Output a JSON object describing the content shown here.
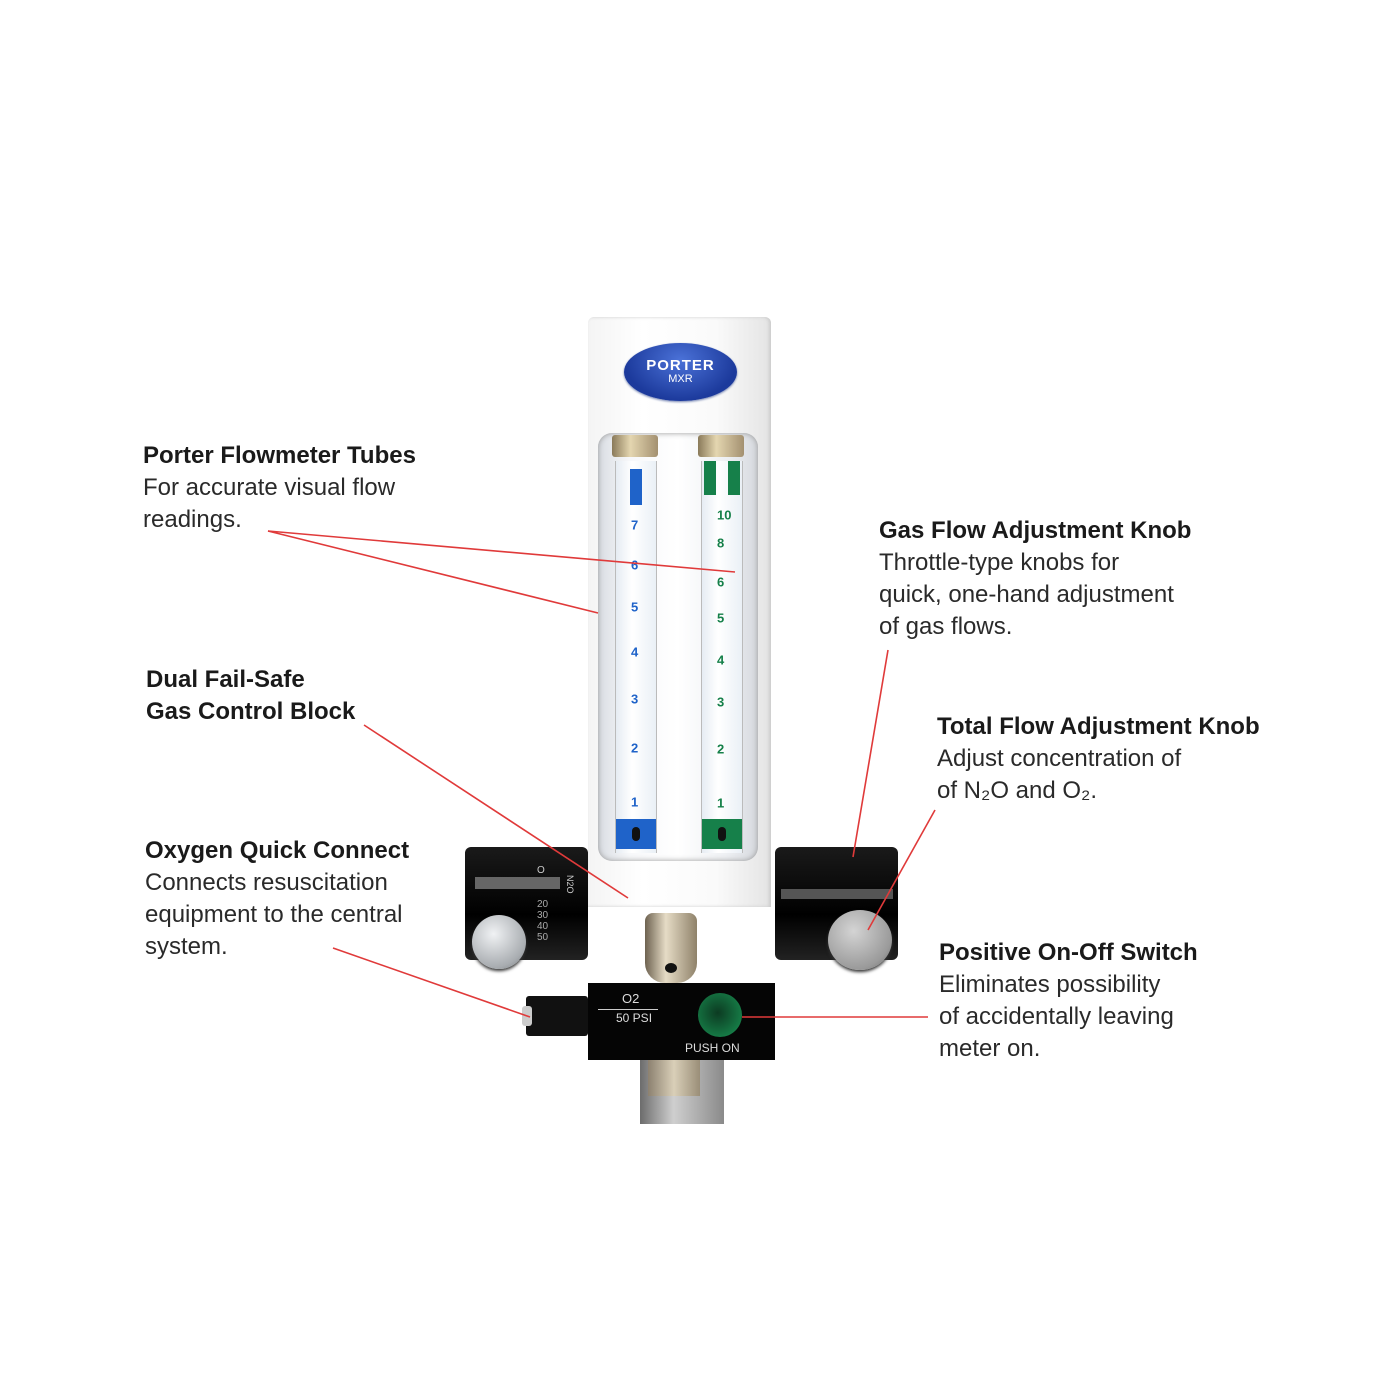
{
  "device": {
    "logo": {
      "brand": "PORTER",
      "model": "MXR"
    },
    "left_tube_scale": [
      "7",
      "6",
      "5",
      "4",
      "3",
      "2",
      "1"
    ],
    "right_tube_scale": [
      "10",
      "8",
      "6",
      "5",
      "4",
      "3",
      "2",
      "1"
    ],
    "dial_labels": [
      "O",
      "N2O",
      "20",
      "30",
      "40",
      "50"
    ],
    "o2_label": "O2",
    "psi_label": "50 PSI",
    "switch_label": "PUSH ON",
    "colors": {
      "left_tube": "#1f63c9",
      "right_tube": "#16804a",
      "leader_line": "#e03a3a",
      "logo": "#1c3a9c"
    }
  },
  "callouts": {
    "flowmeter_tubes": {
      "title": "Porter Flowmeter Tubes",
      "lines": [
        "For accurate visual flow",
        "readings."
      ]
    },
    "gas_flow_knob": {
      "title": "Gas Flow Adjustment Knob",
      "lines": [
        "Throttle-type knobs for",
        "quick, one-hand adjustment",
        "of gas flows."
      ]
    },
    "control_block": {
      "title": "Dual Fail-Safe",
      "title2": "Gas Control Block"
    },
    "total_flow_knob": {
      "title": "Total Flow Adjustment Knob",
      "lines": [
        "Adjust concentration of",
        "of N₂O and O₂."
      ]
    },
    "oxygen_connect": {
      "title": "Oxygen Quick Connect",
      "lines": [
        "Connects resuscitation",
        "equipment to the central",
        "system."
      ]
    },
    "on_off_switch": {
      "title": "Positive On-Off Switch",
      "lines": [
        "Eliminates possibility",
        "of accidentally leaving",
        "meter on."
      ]
    }
  }
}
